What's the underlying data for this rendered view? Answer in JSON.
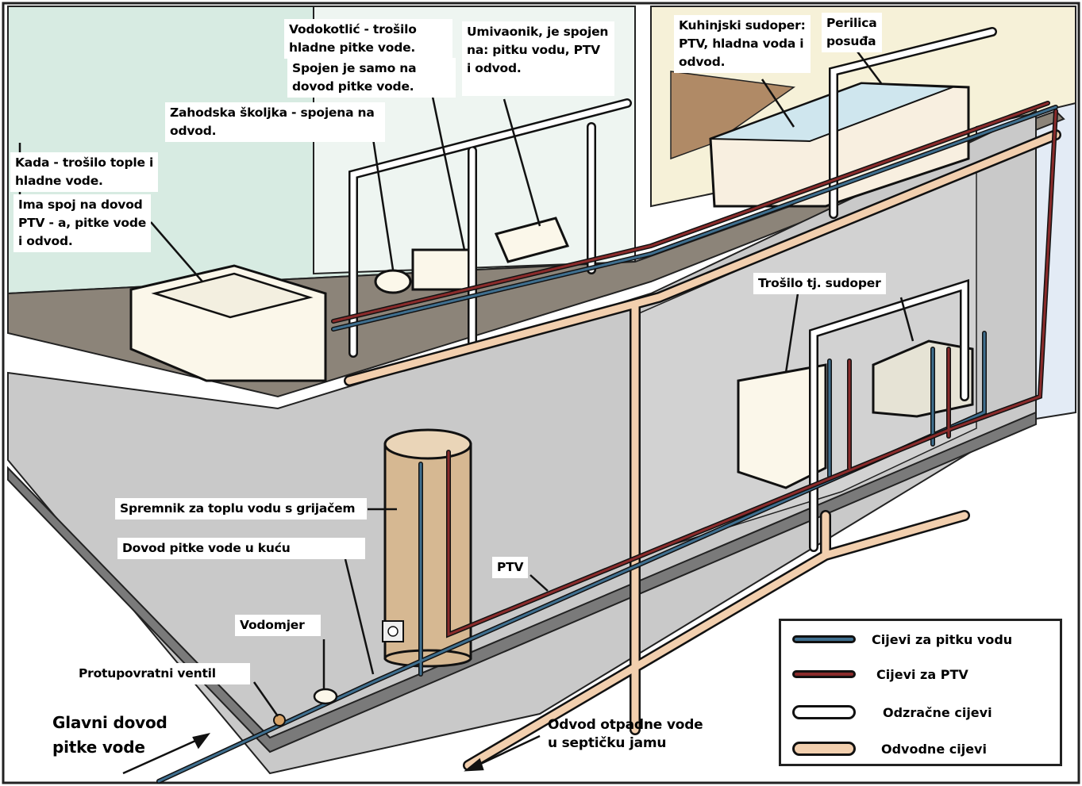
{
  "diagram": {
    "title_hidden": "",
    "colors": {
      "potable_water_pipe": "#3f6f8f",
      "hot_water_pipe": "#8a2b2b",
      "vent_pipe": "#ffffff",
      "drain_pipe": "#f2cfae",
      "bathroom_wall": "#d7ebe2",
      "kitchen_wall": "#f6f1d8",
      "kitchen_back_wall": "#b08a66",
      "floor": "#c9c9c9",
      "floor_edge": "#7a7a7a",
      "water_heater": "#d6b892",
      "legend_border": "#222222"
    },
    "labels": {
      "kada": "Kada - trošilo tople i\nhladne vode.",
      "kada_spoj": "Ima spoj na dovod\nPTV - a, pitke vode\ni odvod.",
      "vodokotlic": "Vodokotlić - trošilo\nhladne pitke vode.",
      "vodokotlic_spoj": "Spojen je samo na\ndovod pitke vode.",
      "zahodska": "Zahodska školjka - spojena na\nodvod.",
      "umivaonik": "Umivaonik, je spojen\nna: pitku vodu, PTV\ni odvod.",
      "kuhinjski": "Kuhinjski sudoper:\nPTV, hladna voda i\nodvod.",
      "perilica": "Perilica\nposuđa",
      "trosilo_sudoper": "Trošilo tj. sudoper",
      "spremnik": "Spremnik za toplu vodu s grijačem",
      "dovod_kucu": "Dovod pitke vode u kuću",
      "ptv": "PTV",
      "vodomjer": "Vodomjer",
      "protupovratni": "Protupovratni ventil",
      "glavni_dovod": "Glavni dovod\npitke vode",
      "odvod_otpadne": "Odvod otpadne vode\nu septičku jamu"
    },
    "legend": [
      {
        "label": "Cijevi za pitku vodu",
        "swatch": "potable-water-pipe",
        "fill": "#3f6f8f"
      },
      {
        "label": "Cijevi za PTV",
        "swatch": "hot-water-pipe",
        "fill": "#8a2b2b"
      },
      {
        "label": "Odzračne cijevi",
        "swatch": "vent-pipe",
        "fill": "#ffffff"
      },
      {
        "label": "Odvodne cijevi",
        "swatch": "drain-pipe",
        "fill": "#f2cfae"
      }
    ]
  }
}
